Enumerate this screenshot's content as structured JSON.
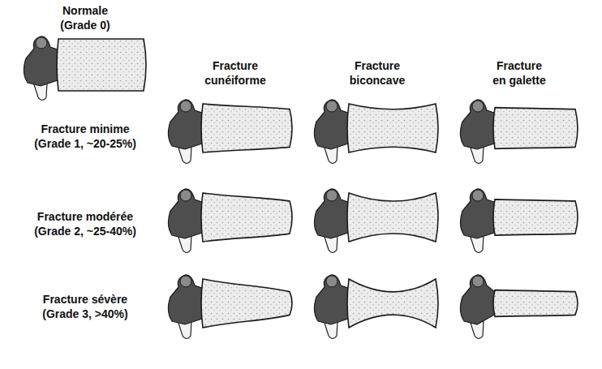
{
  "diagram": {
    "labels": [
      "Normale (Grade 0)",
      "Fracture cunéiforme",
      "Fracture biconcave",
      "Fracture en galette",
      "Fracture minime (Grade 1, ~20-25%)",
      "Fracture modérée (Grade 2, ~25-40%)",
      "Fracture sévère (Grade 3, >40%)"
    ]
  }
}
